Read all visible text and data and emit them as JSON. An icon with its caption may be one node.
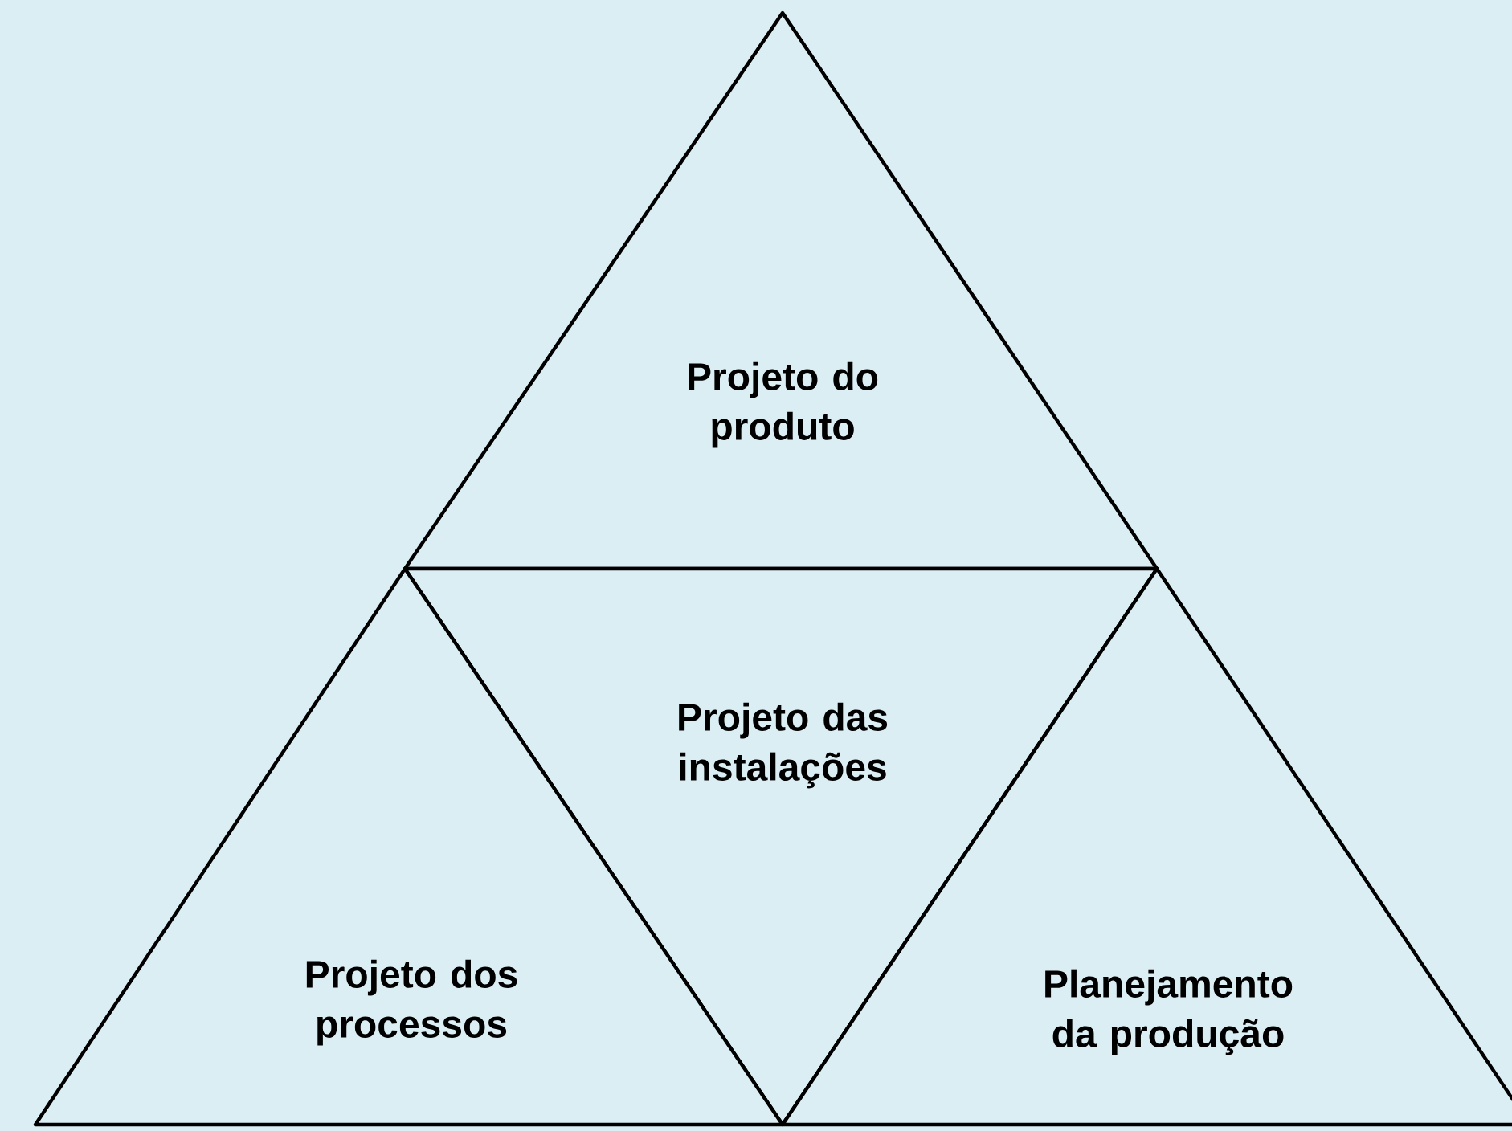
{
  "diagram": {
    "nodes": [
      {
        "text": [
          "Projeto do produto"
        ]
      },
      {
        "text": [
          "Projeto das instalações"
        ]
      },
      {
        "text": [
          "Projeto dos processos"
        ]
      },
      {
        "text": [
          "Planejamento da produção"
        ]
      }
    ]
  }
}
